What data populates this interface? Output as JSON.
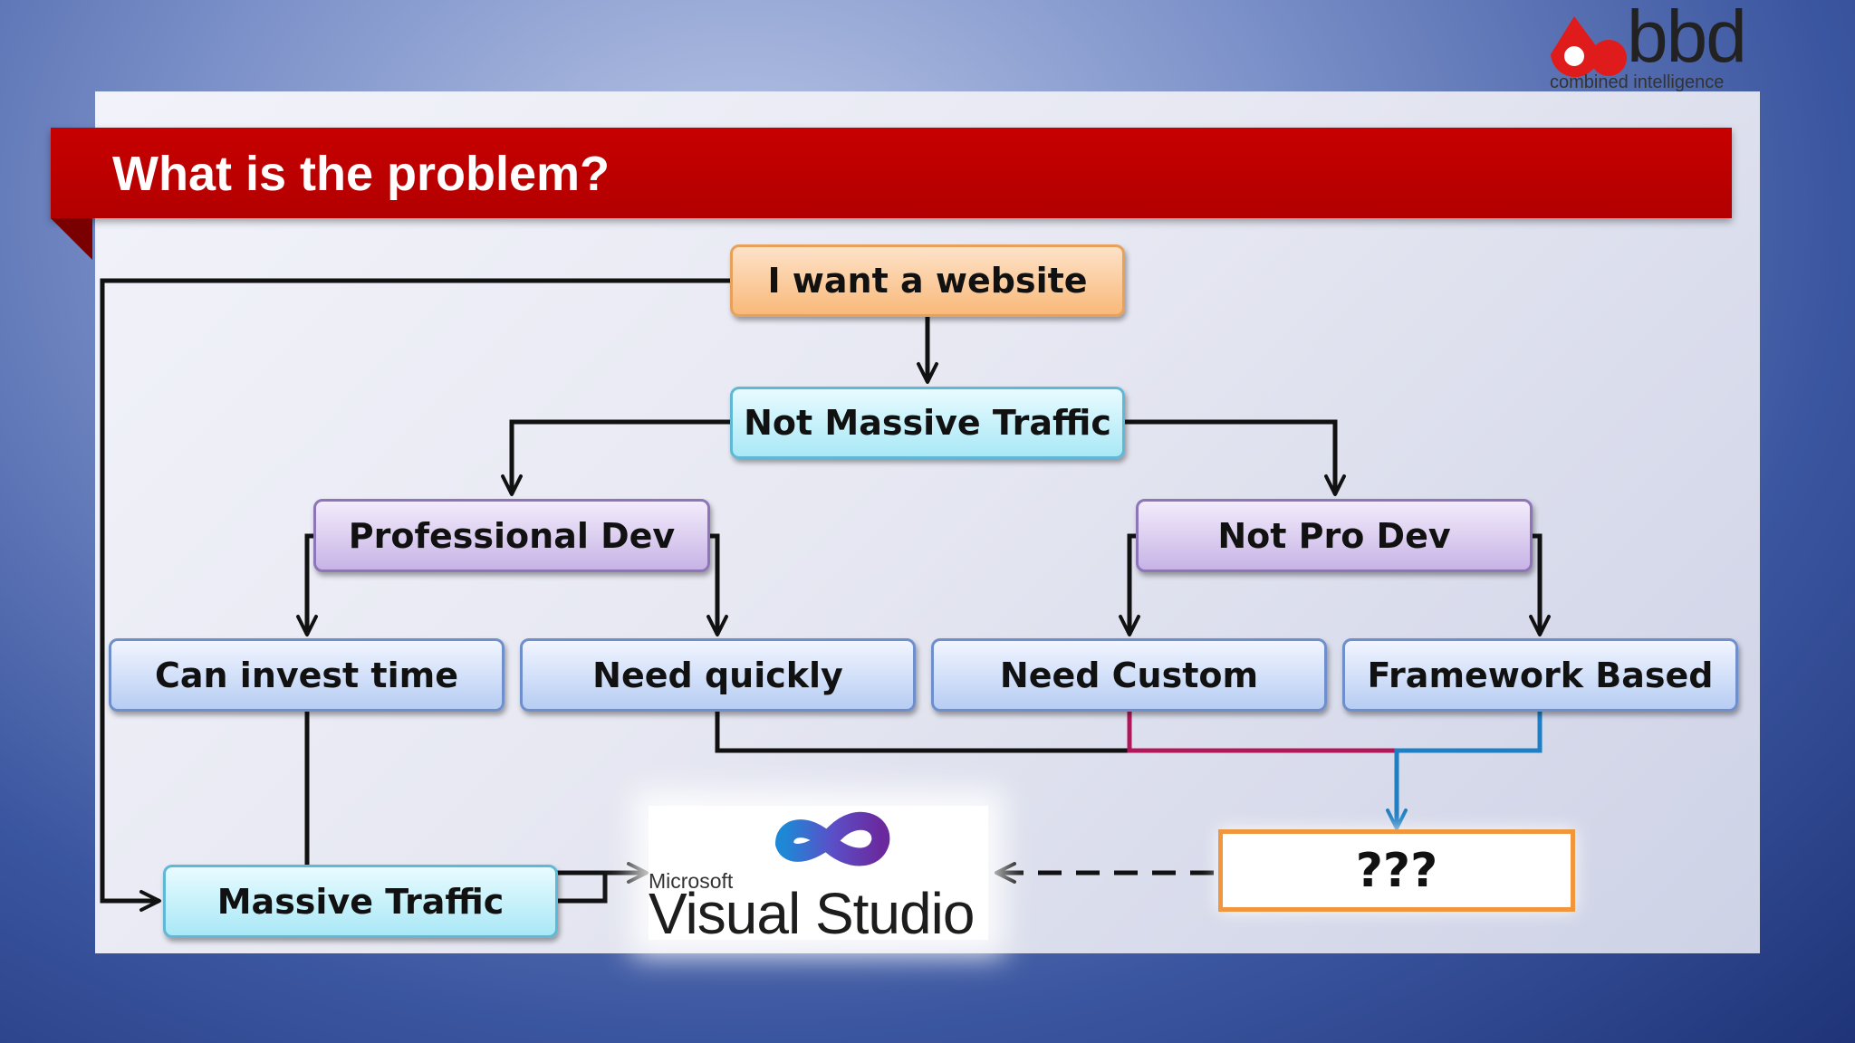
{
  "slide": {
    "title": "What is the problem?"
  },
  "logo": {
    "name": "bbd",
    "tagline": "combined intelligence"
  },
  "nodes": {
    "root": "I want a website",
    "not_massive_traffic": "Not Massive Traffic",
    "professional_dev": "Professional Dev",
    "not_pro_dev": "Not Pro Dev",
    "can_invest_time": "Can invest time",
    "need_quickly": "Need quickly",
    "need_custom": "Need Custom",
    "framework_based": "Framework Based",
    "massive_traffic": "Massive Traffic",
    "unknown": "???"
  },
  "product_logo": {
    "brand": "Microsoft",
    "product": "Visual Studio"
  },
  "colors": {
    "title_bar": "#c00000",
    "connector": "#111111",
    "connector_custom": "#b0185a",
    "connector_framework": "#1f7fc4",
    "unknown_border": "#f0963c"
  }
}
